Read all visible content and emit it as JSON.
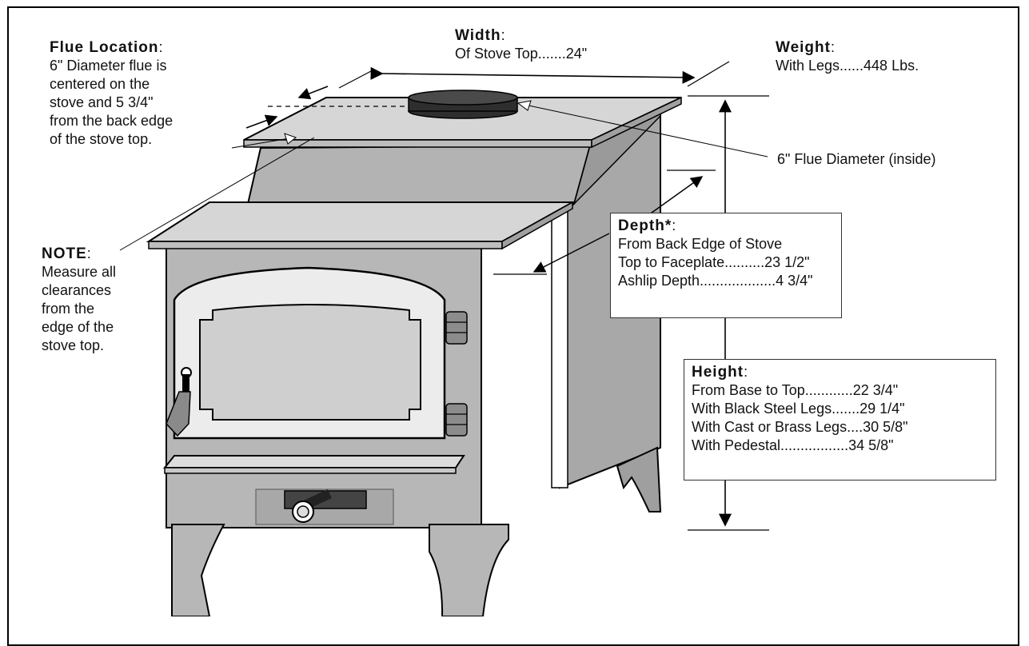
{
  "flue_location": {
    "heading": "Flue  Location",
    "lines": [
      "6\" Diameter flue is",
      "centered on the",
      "stove and 5 3/4\"",
      "from the back edge",
      "of the stove top."
    ]
  },
  "width": {
    "heading": "Width",
    "line": "Of Stove Top.......24\""
  },
  "weight": {
    "heading": "Weight",
    "line": "With Legs......448 Lbs."
  },
  "flue_diameter": {
    "label": "6\" Flue Diameter (inside)"
  },
  "note": {
    "heading": "NOTE",
    "lines": [
      "Measure all",
      "clearances",
      "from the",
      "edge of the",
      "stove top."
    ]
  },
  "depth": {
    "heading": "Depth*",
    "lines": [
      "From Back Edge of Stove",
      "Top to Faceplate..........23 1/2\"",
      "Ashlip Depth...................4  3/4\""
    ]
  },
  "height": {
    "heading": "Height",
    "lines": [
      "From Base to Top............22 3/4\"",
      "With Black Steel Legs.......29 1/4\"",
      "With Cast or Brass Legs....30 5/8\"",
      "With  Pedestal.................34  5/8\""
    ]
  },
  "colors": {
    "body": "#b7b7b7",
    "body_dark": "#9d9d9d",
    "top": "#d0d0d0",
    "outline": "#000000",
    "flue": "#3a3a3a"
  }
}
